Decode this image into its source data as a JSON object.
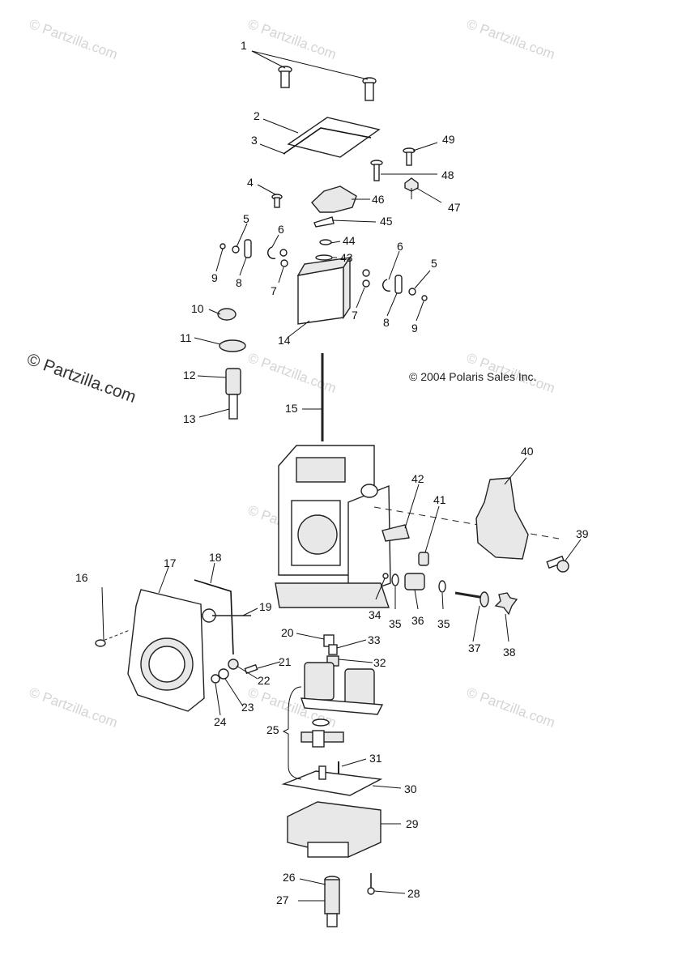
{
  "watermarks": [
    "© Partzilla.com",
    "© Partzilla.com",
    "© Partzilla.com",
    "© Partzilla.com",
    "© Partzilla.com",
    "© Partzilla.com",
    "© Partzilla.com",
    "© Partzilla.com",
    "© Partzilla.com"
  ],
  "watermark_big": "© Partzilla.com",
  "copyright": "© 2004 Polaris Sales Inc.",
  "callouts": [
    "1",
    "2",
    "3",
    "4",
    "5",
    "6",
    "7",
    "8",
    "9",
    "10",
    "11",
    "12",
    "13",
    "14",
    "15",
    "16",
    "17",
    "18",
    "19",
    "20",
    "21",
    "22",
    "23",
    "24",
    "25",
    "26",
    "27",
    "28",
    "29",
    "30",
    "31",
    "32",
    "33",
    "34",
    "35",
    "36",
    "37",
    "38",
    "39",
    "40",
    "41",
    "42",
    "43",
    "44",
    "45",
    "46",
    "47",
    "48",
    "49",
    "5",
    "6",
    "7",
    "8",
    "9",
    "35"
  ]
}
